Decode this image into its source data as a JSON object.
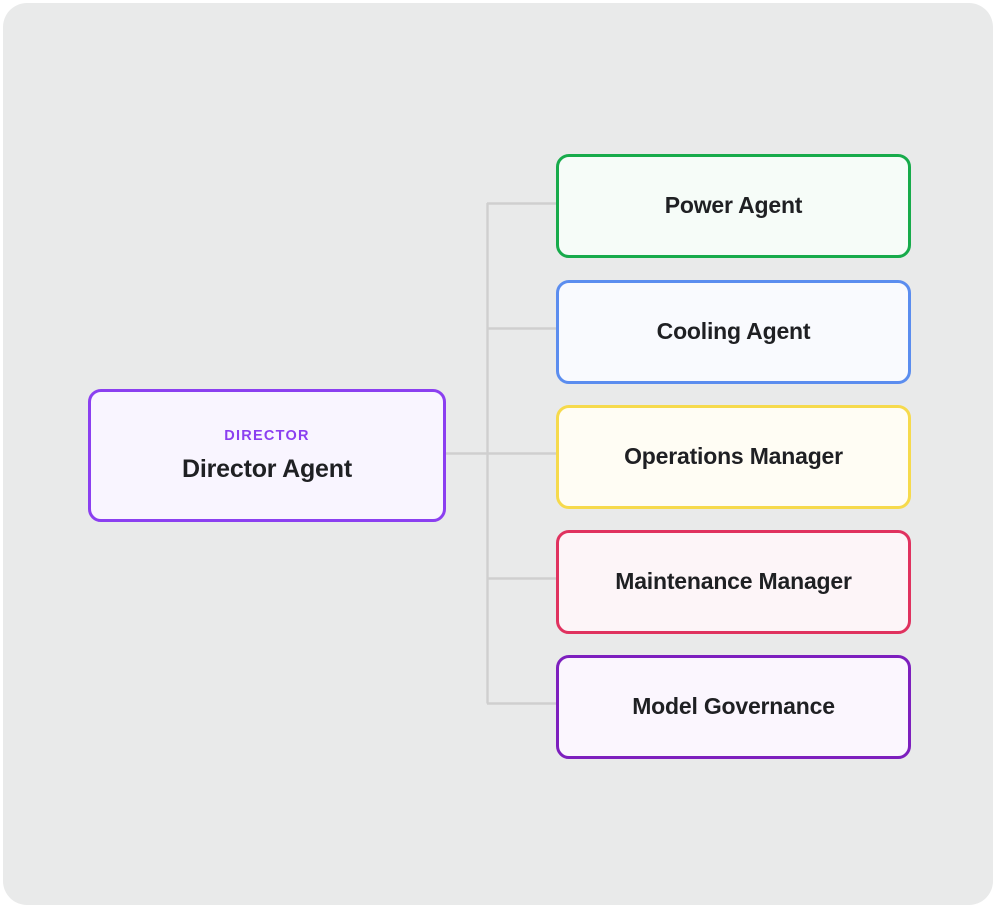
{
  "canvas": {
    "background_color": "#E9EAEA",
    "page_background_color": "#FFFFFF",
    "corner_radius": 24
  },
  "diagram": {
    "type": "org-chart",
    "orientation": "left-to-right",
    "connector_color": "#CFCFCF",
    "root": {
      "id": "director-agent",
      "role_label": "DIRECTOR",
      "title": "Director Agent",
      "border_color": "#8B3FF0",
      "fill_color": "#F9F5FF",
      "role_color": "#8B3FF0",
      "title_color": "#1F2023"
    },
    "children": [
      {
        "id": "power-agent",
        "title": "Power Agent",
        "border_color": "#17AB4B",
        "fill_color": "#F6FCF8",
        "title_color": "#1F2023"
      },
      {
        "id": "cooling-agent",
        "title": "Cooling Agent",
        "border_color": "#5B8DEF",
        "fill_color": "#F9FAFE",
        "title_color": "#1F2023"
      },
      {
        "id": "operations-manager",
        "title": "Operations Manager",
        "border_color": "#F6DA4C",
        "fill_color": "#FFFDF4",
        "title_color": "#1F2023"
      },
      {
        "id": "maintenance-manager",
        "title": "Maintenance Manager",
        "border_color": "#E0325F",
        "fill_color": "#FDF5F8",
        "title_color": "#1F2023"
      },
      {
        "id": "model-governance",
        "title": "Model Governance",
        "border_color": "#7D1FBE",
        "fill_color": "#FBF6FE",
        "title_color": "#1F2023"
      }
    ]
  }
}
